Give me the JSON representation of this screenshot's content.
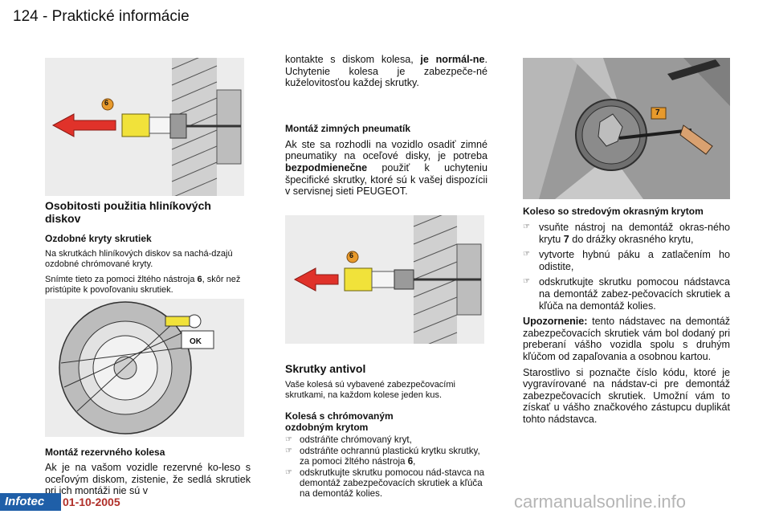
{
  "header": {
    "title": "124 - Praktické informácie"
  },
  "figures": {
    "fig_cap_tool": {
      "label": "6"
    },
    "fig_wheel": {
      "label": "OK"
    },
    "fig_antitheft_tool": {
      "label": "6"
    },
    "fig_hubcap": {
      "label": "7"
    }
  },
  "col1": {
    "section_title": "Osobitosti použitia hliníkových diskov",
    "caps_title": "Ozdobné kryty skrutiek",
    "caps_p1": "Na skrutkách hliníkových diskov sa nachá-dzajú ozdobné chrómované kryty.",
    "caps_p2_before": "Snímte tieto za pomoci žltého nástroja ",
    "caps_p2_bold": "6",
    "caps_p2_after": ", skôr než pristúpite k povoľovaniu skrutiek.",
    "spare_title": "Montáž rezervného kolesa",
    "spare_text": "Ak je na vašom vozidle rezervné ko-leso s oceľovým diskom, zistenie, že sedlá skrutiek pri ich montáži nie sú v"
  },
  "col2": {
    "cont_before": "kontakte s diskom kolesa, ",
    "cont_bold": "je normál-ne",
    "cont_after": ". Uchytenie kolesa je zabezpeče-né kuželovitosťou každej skrutky.",
    "winter_title": "Montáž zimných pneumatík",
    "winter_before": "Ak ste sa rozhodli na vozidlo osadiť zimné pneumatiky na oceľové disky, je potreba ",
    "winter_bold": "bezpodmienečne",
    "winter_after": " použiť k uchyteniu špecifické skrutky, ktoré sú k vašej dispozícii v servisnej sieti PEUGEOT.",
    "antitheft_title": "Skrutky antivol",
    "antitheft_text": "Vaše kolesá sú vybavené zabezpečovacími skrutkami, na každom kolese jeden kus.",
    "chrome_title": "Kolesá s chrómovaným ozdobným krytom",
    "chrome_b1": "odstráňte chrómovaný kryt,",
    "chrome_b2_before": "odstráňte ochrannú plastickú krytku skrutky, za pomoci žltého nástroja ",
    "chrome_b2_bold": "6",
    "chrome_b2_after": ",",
    "chrome_b3": "odskrutkujte skrutku pomocou nád-stavca na demontáž zabezpečovacích skrutiek a kľúča na demontáž kolies."
  },
  "col3": {
    "center_title": "Koleso so stredovým okrasným krytom",
    "b1_before": "vsuňte nástroj na demontáž okras-ného krytu ",
    "b1_bold": "7",
    "b1_after": " do drážky okrasného krytu,",
    "b2": "vytvorte hybnú páku a zatlačením ho odistite,",
    "b3": "odskrutkujte skrutku pomocou nádstavca na demontáž zabez-pečovacích skrutiek a kľúča na demontáž kolies.",
    "warn_label": "Upozornenie:",
    "warn_text": " tento nádstavec na demontáž zabezpečovacích skrutiek vám bol dodaný pri preberaní vášho vozidla spolu s druhým kľúčom od zapaľovania a osobnou kartou.",
    "code_text": "Starostlivo si poznačte číslo kódu, ktoré je vygravírované na nádstav-ci pre demontáž zabezpečovacích skrutiek. Umožní vám to získať u vášho značkového zástupcu duplikát tohto nádstavca."
  },
  "footer": {
    "badge": "Infotec",
    "date": "01-10-2005",
    "watermark": "carmanualsonline.info"
  },
  "bullet_icon": "pointing-hand-icon"
}
